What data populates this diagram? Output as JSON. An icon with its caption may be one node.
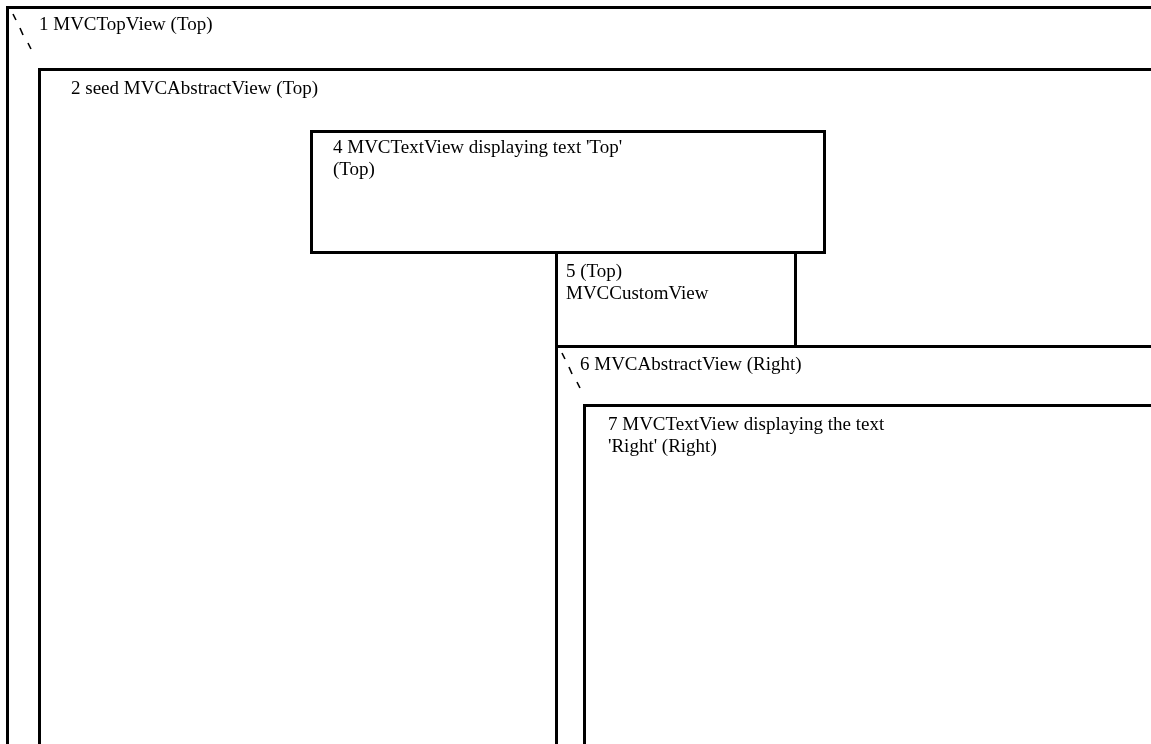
{
  "diagram": {
    "nodes": [
      {
        "text": [
          "1 MVCTopView (Top)"
        ]
      },
      {
        "text": [
          "2 seed MVCAbstractView (Top)"
        ],
        "in": 0
      },
      {
        "text": [
          "4 MVCTextView displaying text 'Top' (Top)"
        ],
        "in": 1
      },
      {
        "text": [
          "5 (Top) MVCCustomView"
        ],
        "in": 1
      },
      {
        "text": [
          "6 MVCAbstractView (Right)"
        ],
        "in": 1
      },
      {
        "text": [
          "7 MVCTextView displaying the text 'Right' (Right)"
        ],
        "in": 4
      }
    ]
  }
}
